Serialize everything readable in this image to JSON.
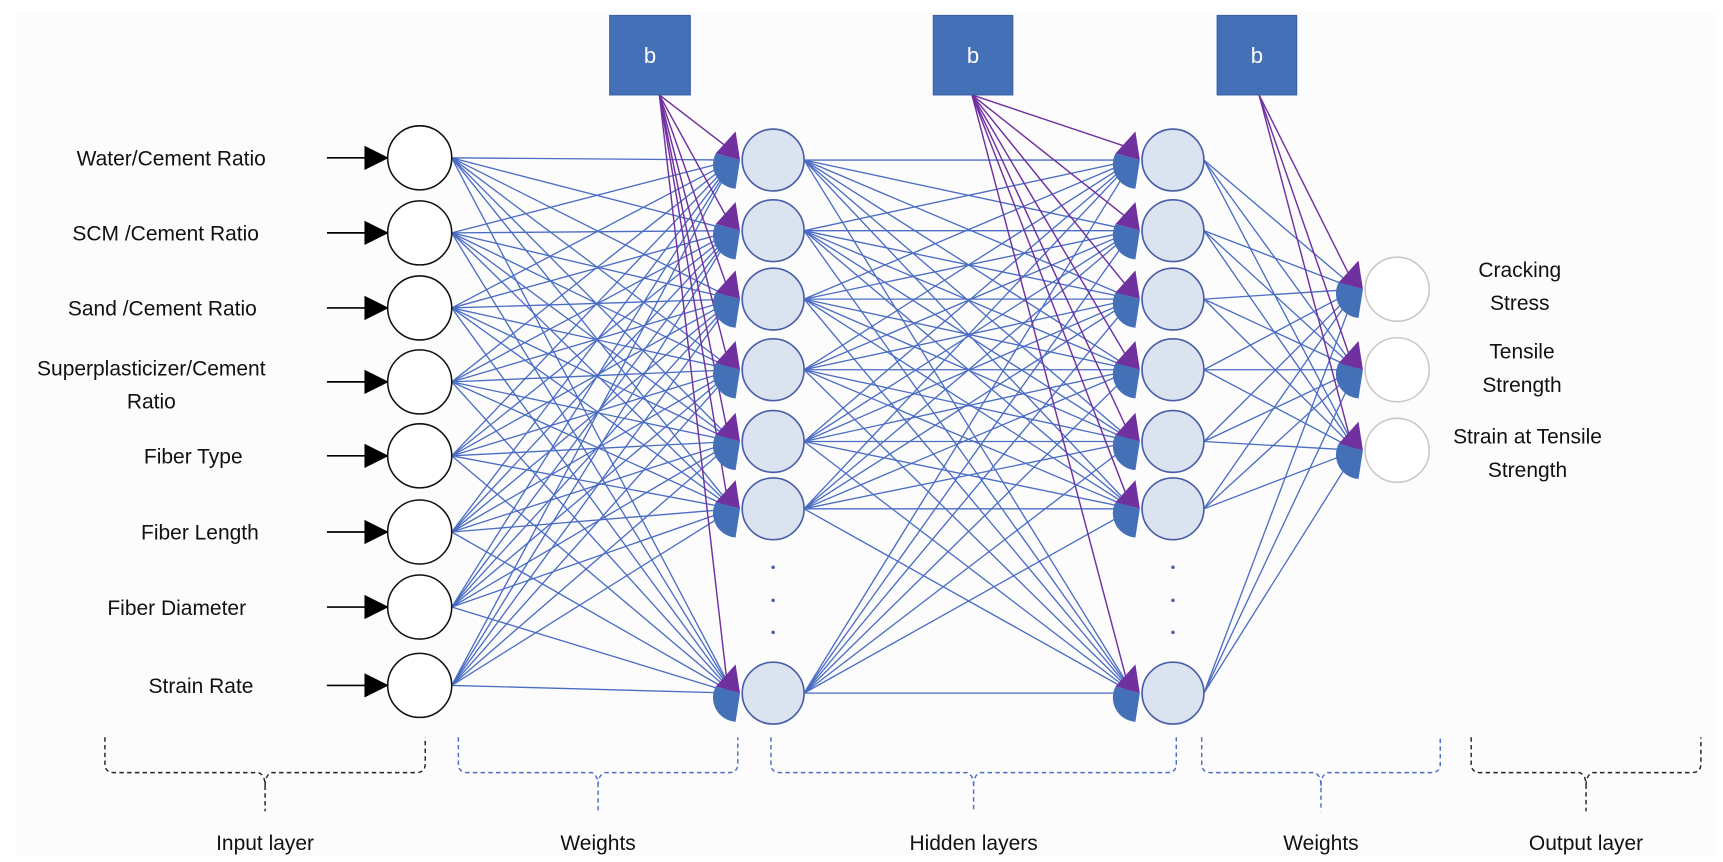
{
  "diagram": {
    "title": "Artificial neural network architecture",
    "colors": {
      "connection": "#4a6cc3",
      "bias_line": "#7030a0",
      "bias_box": "#4470b8",
      "bias_sector_top": "#7030a0",
      "bias_sector_bottom": "#4470b8",
      "hidden_fill": "#dbe3f1",
      "hidden_stroke": "#4a5fa8",
      "input_stroke": "#111111",
      "output_stroke": "#c8c8c8",
      "bracket_black": "#222222",
      "bracket_blue": "#4a6cc3"
    },
    "inputs": [
      {
        "label_lines": [
          "Water/Cement Ratio"
        ]
      },
      {
        "label_lines": [
          "SCM /Cement Ratio"
        ]
      },
      {
        "label_lines": [
          "Sand /Cement Ratio"
        ]
      },
      {
        "label_lines": [
          "Superplasticizer/Cement",
          "Ratio"
        ]
      },
      {
        "label_lines": [
          "Fiber Type"
        ]
      },
      {
        "label_lines": [
          "Fiber Length"
        ]
      },
      {
        "label_lines": [
          "Fiber Diameter"
        ]
      },
      {
        "label_lines": [
          "Strain Rate"
        ]
      }
    ],
    "hidden_layers": [
      {
        "visible_nodes": 7,
        "ellipsis_after": 6
      },
      {
        "visible_nodes": 7,
        "ellipsis_after": 6
      }
    ],
    "outputs": [
      {
        "label_lines": [
          "Cracking",
          "Stress"
        ]
      },
      {
        "label_lines": [
          "Tensile",
          "Strength"
        ]
      },
      {
        "label_lines": [
          "Strain at Tensile",
          "Strength"
        ]
      }
    ],
    "bias_nodes": [
      {
        "label": "b",
        "feeds": "hidden_layer_1"
      },
      {
        "label": "b",
        "feeds": "hidden_layer_2"
      },
      {
        "label": "b",
        "feeds": "output_layer"
      }
    ],
    "sections": [
      {
        "label": "Input layer",
        "style": "black"
      },
      {
        "label": "Weights",
        "style": "blue"
      },
      {
        "label": "Hidden layers",
        "style": "blue"
      },
      {
        "label": "Weights",
        "style": "blue"
      },
      {
        "label": "Output layer",
        "style": "black"
      }
    ]
  }
}
